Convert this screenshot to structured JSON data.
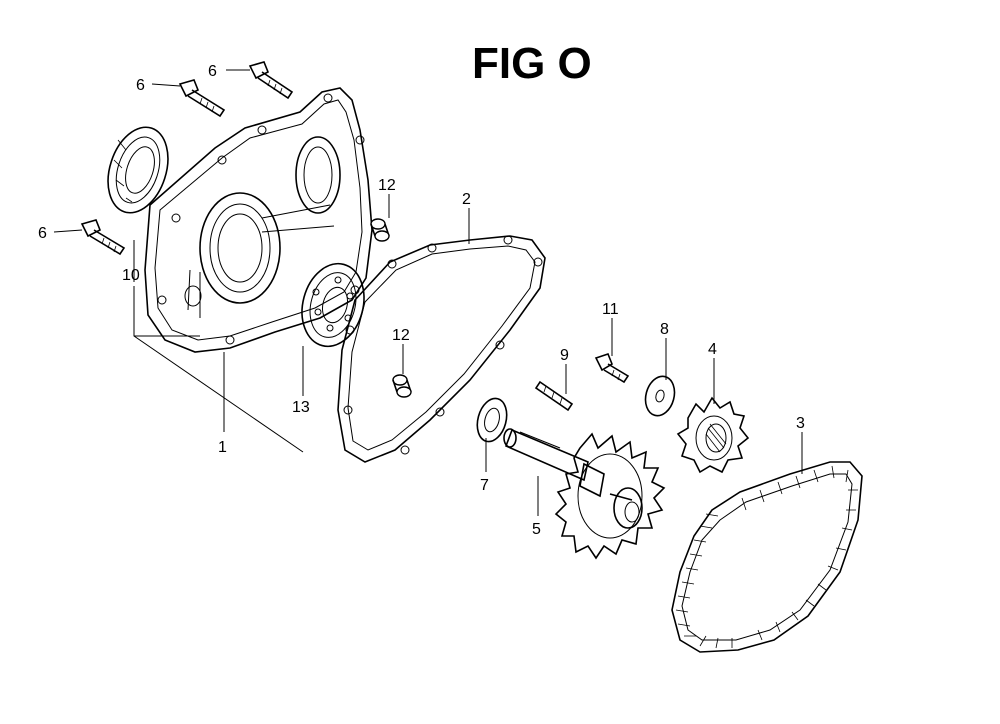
{
  "figure": {
    "title": "FIG O",
    "callouts": [
      {
        "id": "c6a",
        "label": "6"
      },
      {
        "id": "c6b",
        "label": "6"
      },
      {
        "id": "c6c",
        "label": "6"
      },
      {
        "id": "c10",
        "label": "10"
      },
      {
        "id": "c12a",
        "label": "12"
      },
      {
        "id": "c2",
        "label": "2"
      },
      {
        "id": "c12b",
        "label": "12"
      },
      {
        "id": "c13",
        "label": "13"
      },
      {
        "id": "c1",
        "label": "1"
      },
      {
        "id": "c11",
        "label": "11"
      },
      {
        "id": "c8",
        "label": "8"
      },
      {
        "id": "c9",
        "label": "9"
      },
      {
        "id": "c4",
        "label": "4"
      },
      {
        "id": "c3",
        "label": "3"
      },
      {
        "id": "c7",
        "label": "7"
      },
      {
        "id": "c5",
        "label": "5"
      }
    ]
  }
}
